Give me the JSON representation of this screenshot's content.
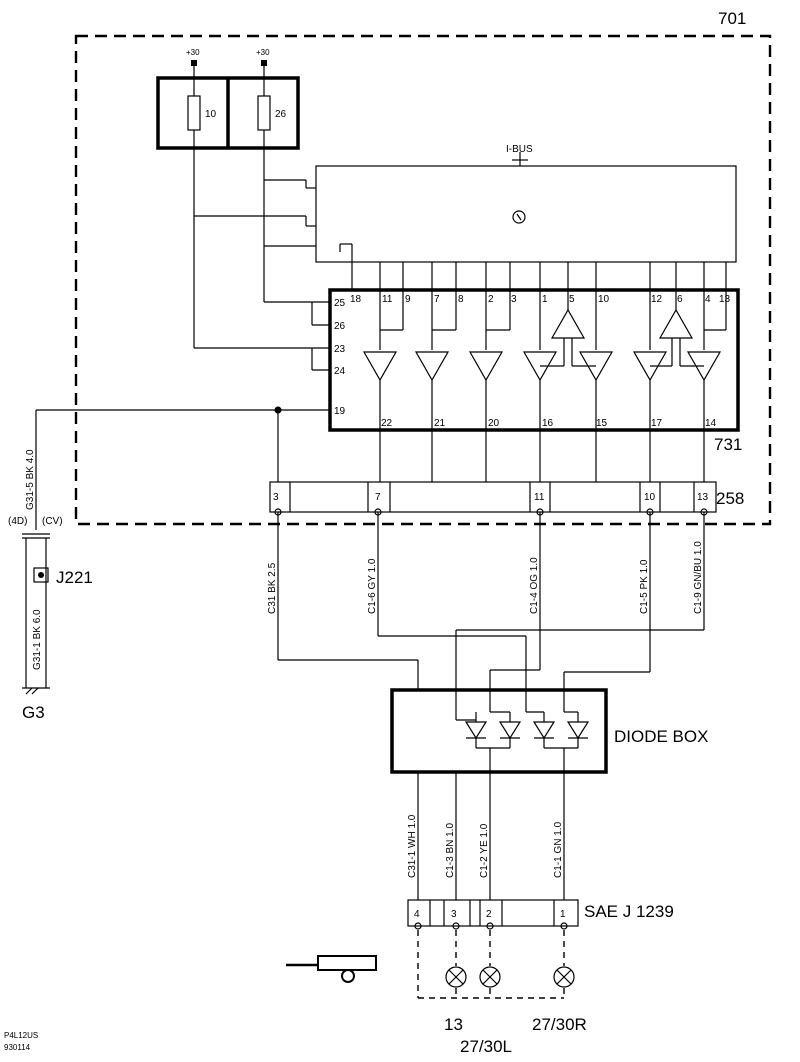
{
  "labels": {
    "module_701": "701",
    "module_731": "731",
    "connector_258": "258",
    "ibus": "I-BUS",
    "fuse_supply_1": "+30",
    "fuse_supply_2": "+30",
    "fuse_1": "10",
    "fuse_2": "26",
    "junction": "J221",
    "ground": "G3",
    "ground_variant_left": "(4D)",
    "ground_variant_right": "(CV)",
    "diode_box": "DIODE BOX",
    "sae_connector": "SAE J 1239",
    "footer_code": "P4L12US",
    "footer_date": "930114"
  },
  "module_pins": {
    "left": [
      "25",
      "26",
      "23",
      "24",
      "19"
    ],
    "top": [
      "18",
      "11",
      "9",
      "7",
      "8",
      "2",
      "3",
      "1",
      "5",
      "10",
      "12",
      "6",
      "4",
      "13"
    ],
    "bottom": [
      "22",
      "21",
      "20",
      "16",
      "15",
      "17",
      "14"
    ]
  },
  "connector_258_pins": [
    "3",
    "7",
    "11",
    "10",
    "13"
  ],
  "sae_pins": [
    "4",
    "3",
    "2",
    "1"
  ],
  "wires": {
    "ground_main": "G31-5  BK  4.0",
    "ground_branch": "G31-1 BK  6.0",
    "w_c31": "C31  BK  2.5",
    "w_c16": "C1-6  GY  1.0",
    "w_c14": "C1-4  OG  1.0",
    "w_c15": "C1-5  PK  1.0",
    "w_c19": "C1-9  GN/BU  1.0",
    "w_c311": "C31-1 WH  1.0",
    "w_c13": "C1-3  BN  1.0",
    "w_c12": "C1-2  YE  1.0",
    "w_c11": "C1-1  GN  1.0"
  },
  "lamps": {
    "lamp_13": "13",
    "lamp_2730l": "27/30L",
    "lamp_2730r": "27/30R"
  }
}
